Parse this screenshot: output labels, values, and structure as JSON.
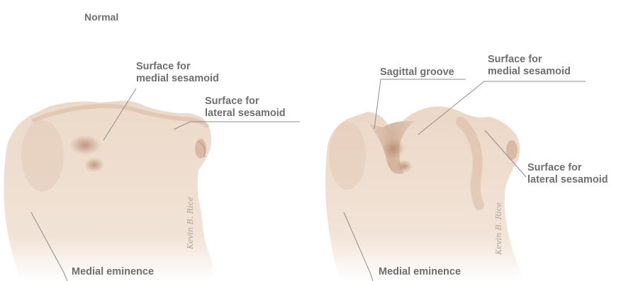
{
  "heading": "Normal",
  "left_panel": {
    "surface_medial": [
      "Surface for",
      "medial sesamoid"
    ],
    "surface_lateral": [
      "Surface for",
      "lateral sesamoid"
    ],
    "medial_eminence": "Medial eminence"
  },
  "right_panel": {
    "sagittal_groove": "Sagittal groove",
    "surface_medial": [
      "Surface for",
      "medial sesamoid"
    ],
    "surface_lateral": [
      "Surface for",
      "lateral sesamoid"
    ],
    "medial_eminence": "Medial eminence"
  },
  "colors": {
    "bone_light": "#ecd9c9",
    "bone_mid": "#dcc0ab",
    "bone_shadow": "#c9a48d",
    "label_text": "#6f6f6f",
    "leader_line": "#8c8c8c"
  },
  "signature": "Kevin B. Rice"
}
